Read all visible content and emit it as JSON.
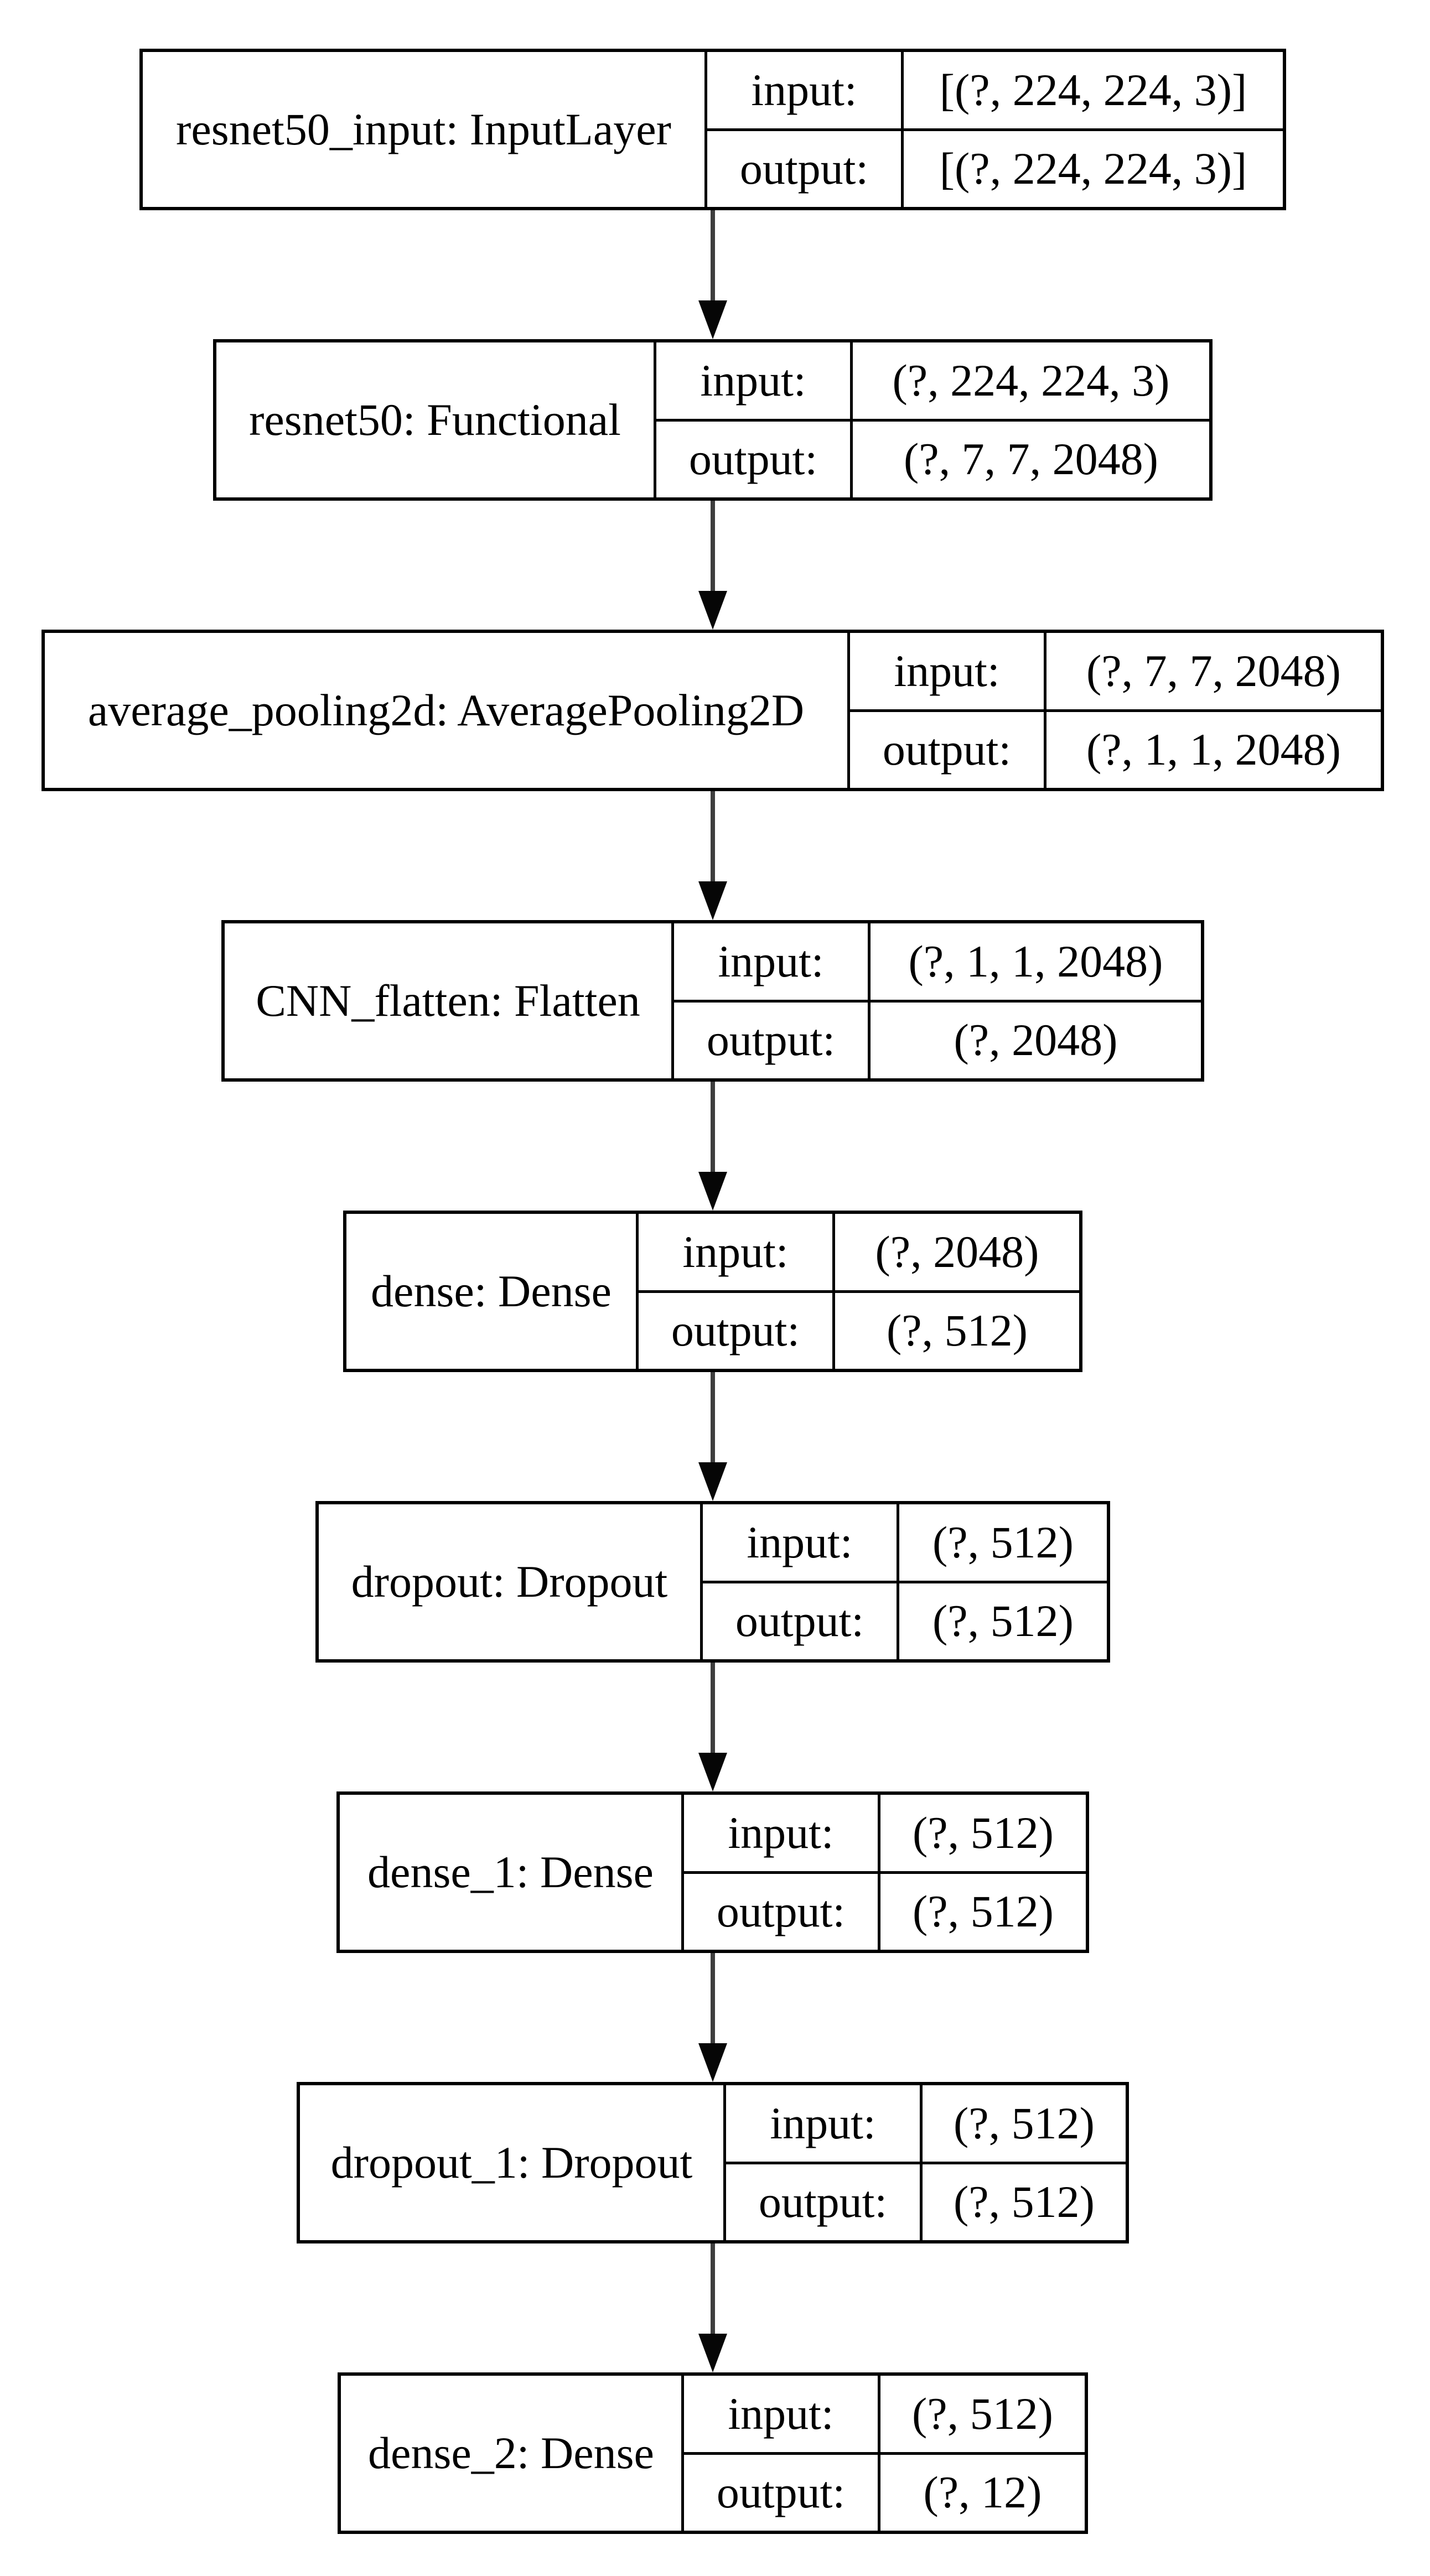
{
  "diagram": {
    "background_color": "#ffffff",
    "border_color": "#000000",
    "arrow_color": "#3e3e3e",
    "arrowhead_color": "#060606",
    "input_label": "input:",
    "output_label": "output:",
    "nodes": [
      {
        "name": "resnet50_input: InputLayer",
        "input": "[(?, 224, 224, 3)]",
        "output": "[(?, 224, 224, 3)]"
      },
      {
        "name": "resnet50: Functional",
        "input": "(?, 224, 224, 3)",
        "output": "(?, 7, 7, 2048)"
      },
      {
        "name": "average_pooling2d: AveragePooling2D",
        "input": "(?, 7, 7, 2048)",
        "output": "(?, 1, 1, 2048)"
      },
      {
        "name": "CNN_flatten: Flatten",
        "input": "(?, 1, 1, 2048)",
        "output": "(?, 2048)"
      },
      {
        "name": "dense: Dense",
        "input": "(?, 2048)",
        "output": "(?, 512)"
      },
      {
        "name": "dropout: Dropout",
        "input": "(?, 512)",
        "output": "(?, 512)"
      },
      {
        "name": "dense_1: Dense",
        "input": "(?, 512)",
        "output": "(?, 512)"
      },
      {
        "name": "dropout_1: Dropout",
        "input": "(?, 512)",
        "output": "(?, 512)"
      },
      {
        "name": "dense_2: Dense",
        "input": "(?, 512)",
        "output": "(?, 12)"
      }
    ]
  }
}
